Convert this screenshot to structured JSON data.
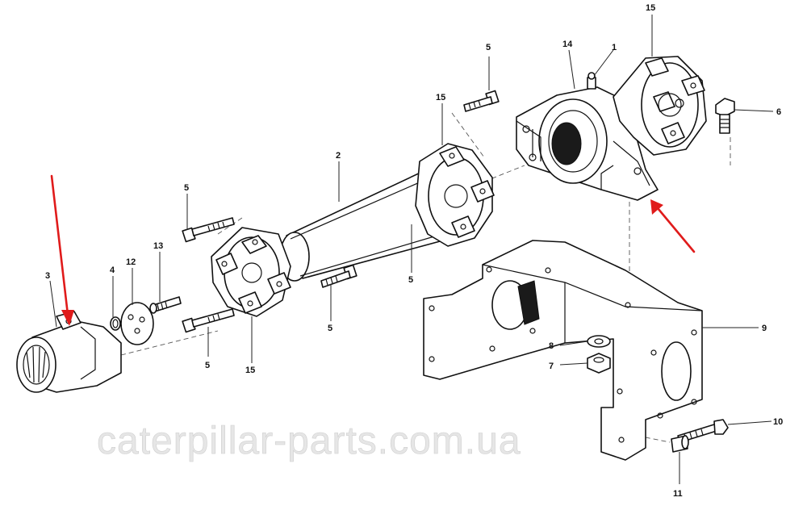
{
  "callouts": {
    "c1": "1",
    "c2": "2",
    "c3": "3",
    "c4": "4",
    "c5": "5",
    "c6": "6",
    "c7": "7",
    "c8": "8",
    "c9": "9",
    "c10": "10",
    "c11": "11",
    "c12": "12",
    "c13": "13",
    "c14": "14",
    "c15": "15"
  },
  "watermark": "caterpillar-parts.com.ua",
  "colors": {
    "line": "#111111",
    "arrow": "#e01b1b",
    "watermark": "#e6e6e6"
  }
}
